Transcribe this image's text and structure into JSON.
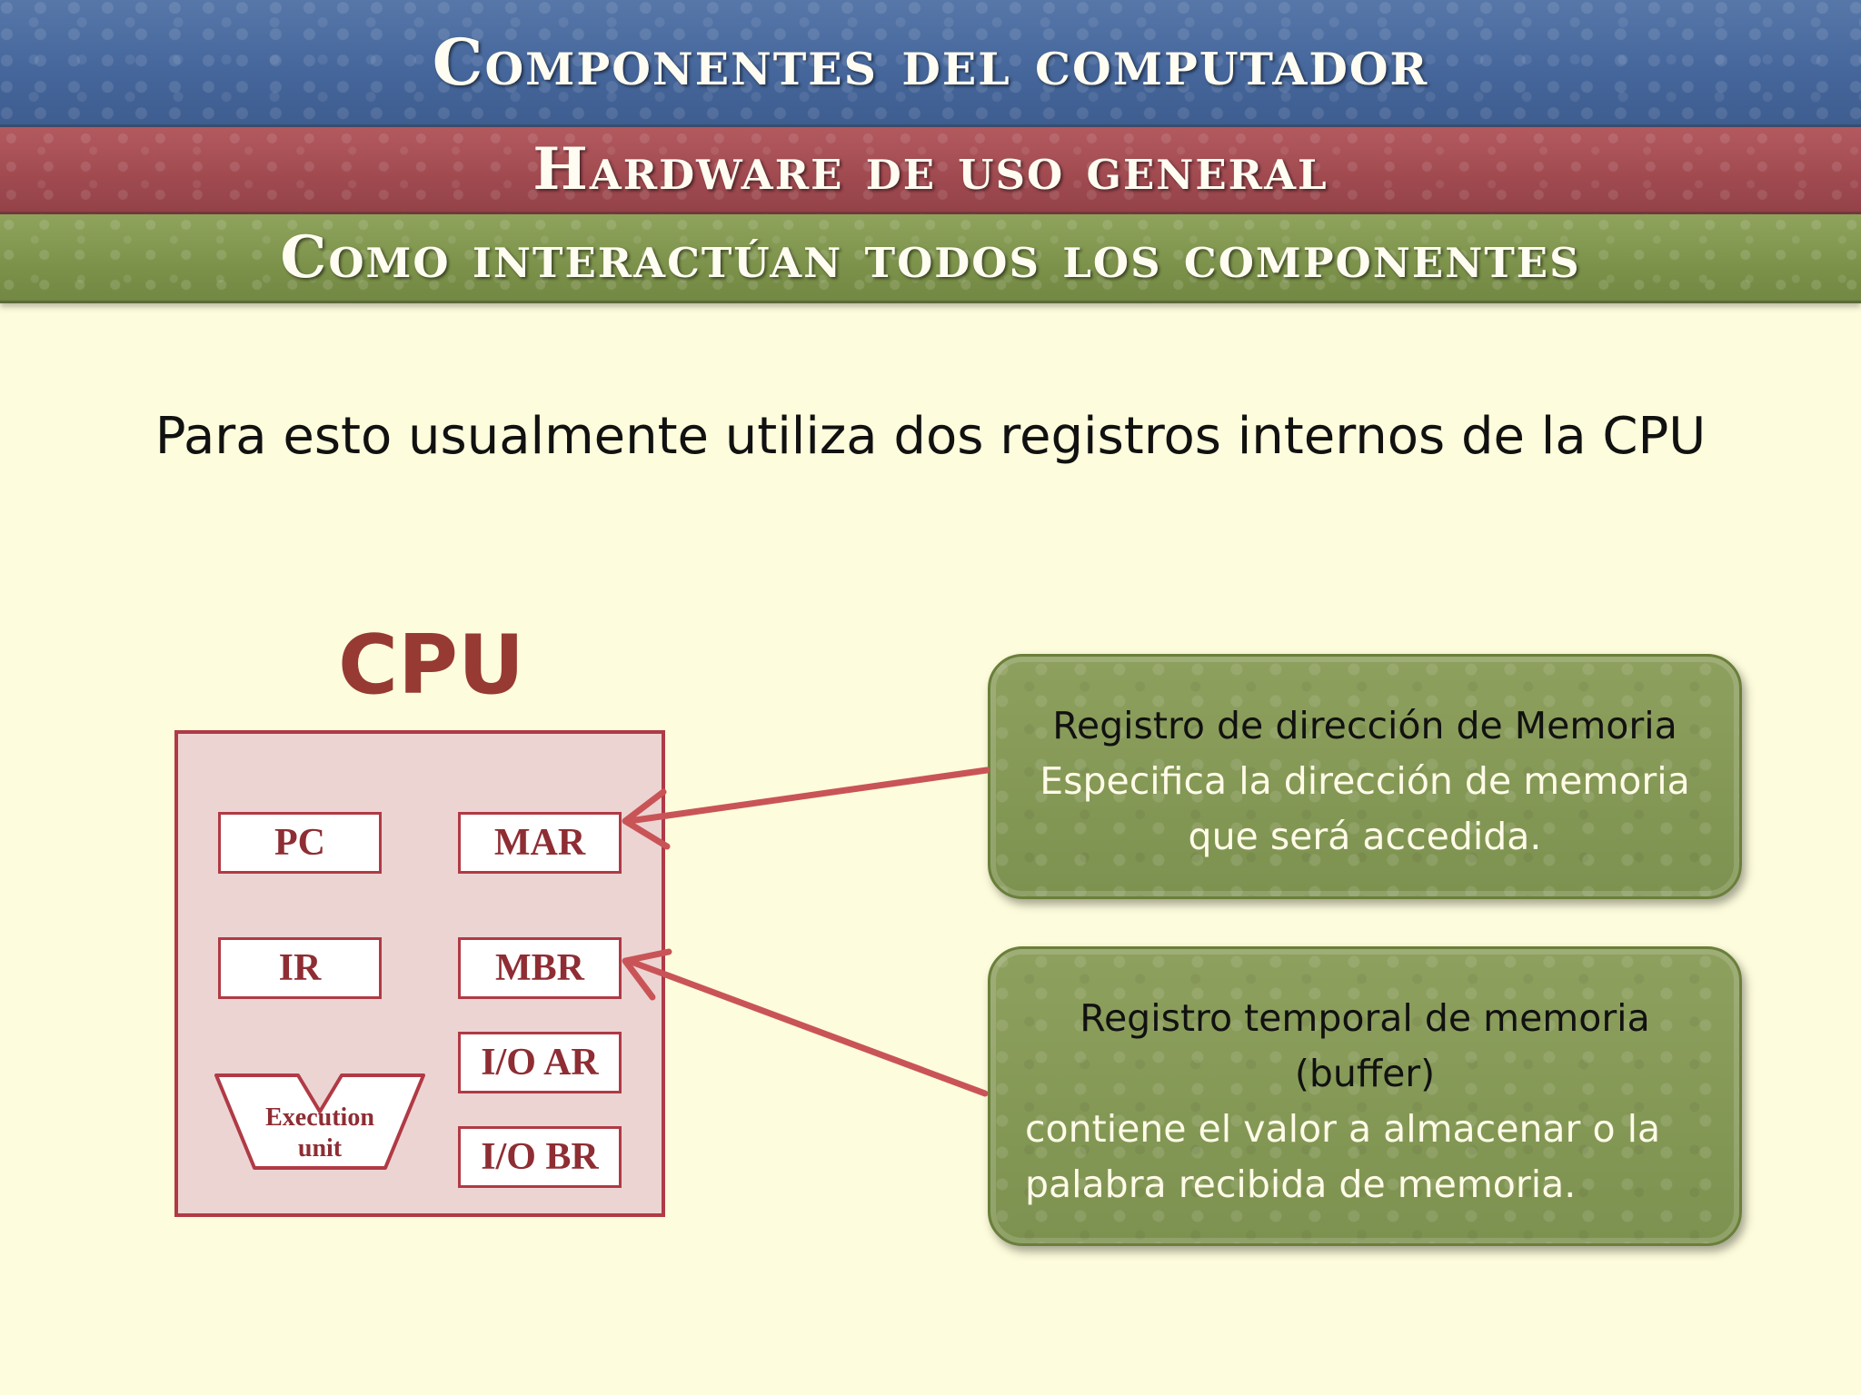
{
  "header": {
    "line1": "Componentes del computador",
    "line2": "Hardware de uso general",
    "line3": "Como interactúan todos los componentes"
  },
  "subtitle": "Para esto usualmente utiliza dos registros internos de la CPU",
  "cpu": {
    "label": "CPU",
    "registers": {
      "pc": "PC",
      "mar": "MAR",
      "ir": "IR",
      "mbr": "MBR",
      "io_ar": "I/O AR",
      "io_br": "I/O BR"
    },
    "execution_unit": {
      "line1": "Execution",
      "line2": "unit"
    }
  },
  "notes": {
    "mar": {
      "title": "Registro de dirección de Memoria",
      "body_line1": "Especifica la dirección de memoria",
      "body_line2": "que será accedida."
    },
    "mbr": {
      "title_line1": "Registro temporal de memoria",
      "title_line2": "(buffer)",
      "body_line1": "contiene el valor a almacenar o la",
      "body_line2": "palabra recibida de memoria."
    }
  },
  "colors": {
    "blue_band": "#46679c",
    "red_band": "#a04a50",
    "green_band": "#7c924a",
    "background": "#fdfcdc",
    "accent_red": "#b03a45",
    "cpu_label": "#973a33",
    "note_green": "#86995a"
  }
}
